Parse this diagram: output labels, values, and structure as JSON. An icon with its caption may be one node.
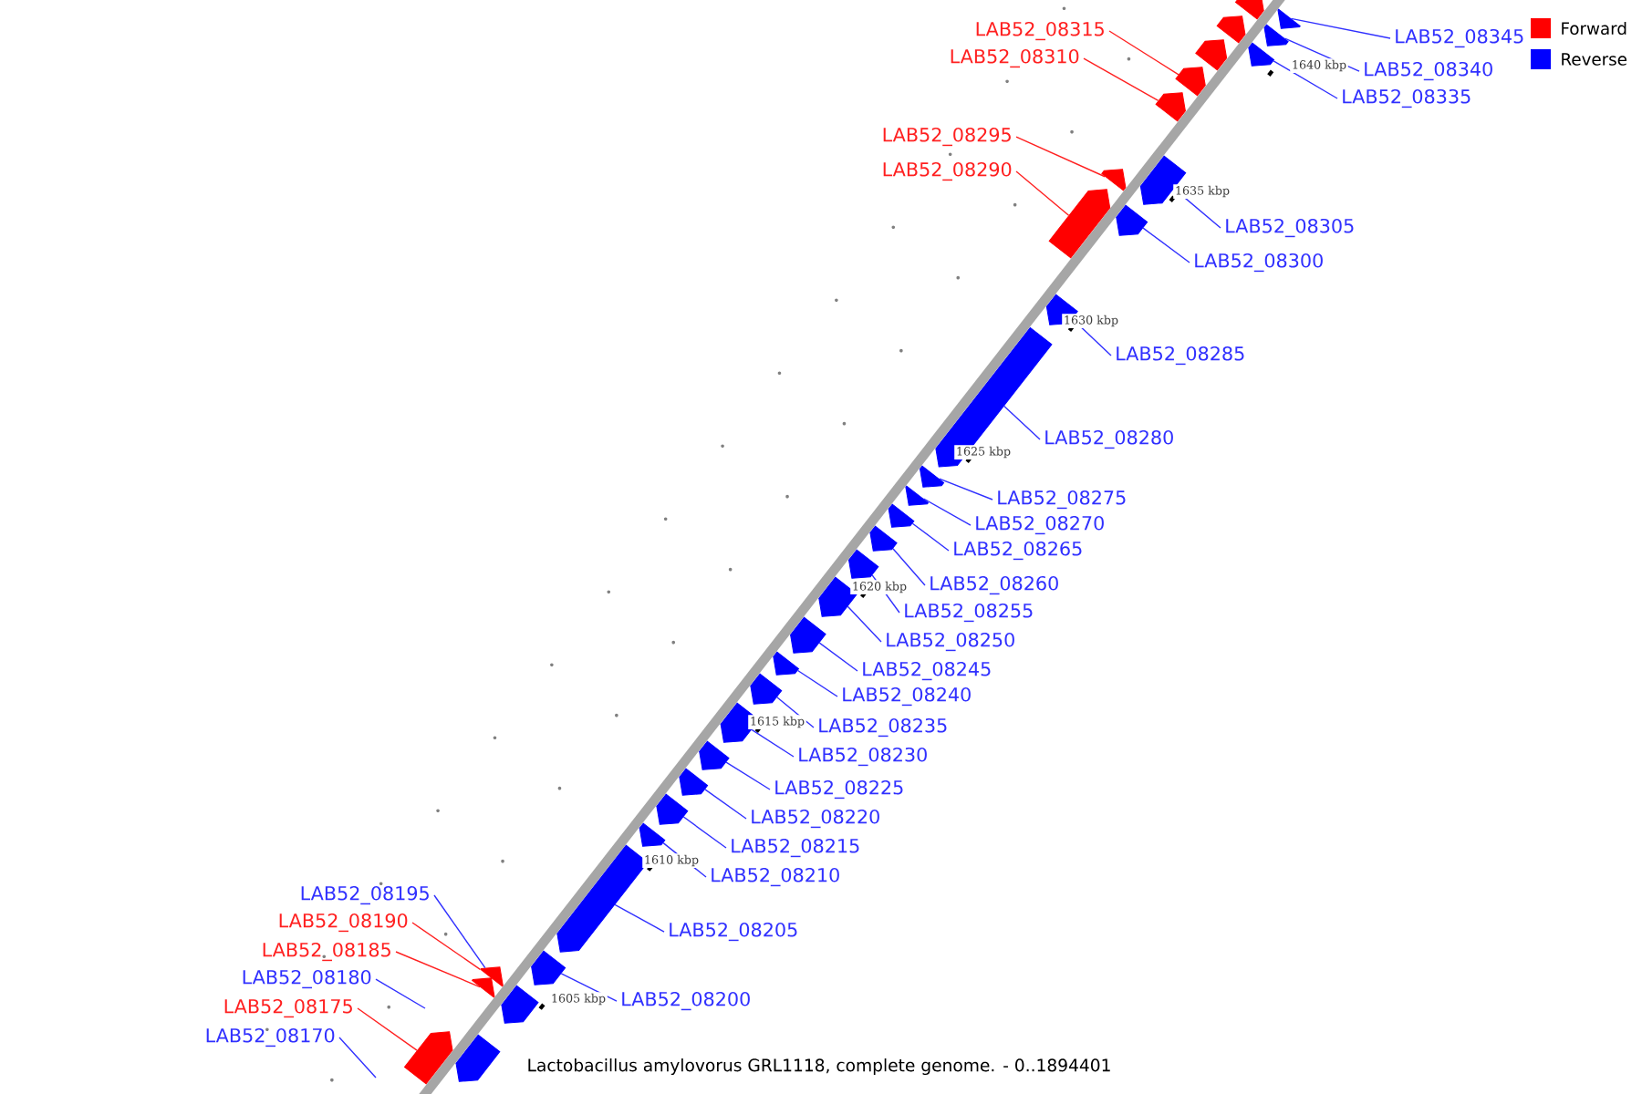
{
  "diagram": {
    "caption": "Lactobacillus amylovorus GRL1118, complete genome. - 0..1894401",
    "nodes": [
      {
        "text": [
          "LAB52_08315"
        ]
      },
      {
        "text": [
          "LAB52_08345"
        ]
      },
      {
        "text": [
          "LAB52_08310"
        ]
      },
      {
        "text": [
          "LAB52_08340"
        ]
      },
      {
        "text": [
          "LAB52_08335"
        ]
      },
      {
        "text": [
          "LAB52_08295"
        ]
      },
      {
        "text": [
          "LAB52_08290"
        ]
      },
      {
        "text": [
          "LAB52_08305"
        ]
      },
      {
        "text": [
          "LAB52_08300"
        ]
      },
      {
        "text": [
          "LAB52_08285"
        ]
      },
      {
        "text": [
          "LAB52_08280"
        ]
      },
      {
        "text": [
          "LAB52_08275"
        ]
      },
      {
        "text": [
          "LAB52_08270"
        ]
      },
      {
        "text": [
          "LAB52_08265"
        ]
      },
      {
        "text": [
          "LAB52_08260"
        ]
      },
      {
        "text": [
          "LAB52_08255"
        ]
      },
      {
        "text": [
          "LAB52_08250"
        ]
      },
      {
        "text": [
          "LAB52_08245"
        ]
      },
      {
        "text": [
          "LAB52_08240"
        ]
      },
      {
        "text": [
          "LAB52_08235"
        ]
      },
      {
        "text": [
          "LAB52_08230"
        ]
      },
      {
        "text": [
          "LAB52_08225"
        ]
      },
      {
        "text": [
          "LAB52_08220"
        ]
      },
      {
        "text": [
          "LAB52_08215"
        ]
      },
      {
        "text": [
          "LAB52_08210"
        ]
      },
      {
        "text": [
          "LAB52_08205"
        ]
      },
      {
        "text": [
          "LAB52_08195"
        ]
      },
      {
        "text": [
          "LAB52_08190"
        ]
      },
      {
        "text": [
          "LAB52_08185"
        ]
      },
      {
        "text": [
          "LAB52_08180"
        ]
      },
      {
        "text": [
          "LAB52_08200"
        ]
      },
      {
        "text": [
          "LAB52_08175"
        ]
      },
      {
        "text": [
          "LAB52_08170"
        ]
      },
      {
        "text": [],
        "shape": "box"
      },
      {
        "text": [],
        "shape": "box"
      },
      {
        "text": [],
        "shape": "box"
      },
      {
        "text": [],
        "shape": "box"
      },
      {
        "text": [],
        "shape": "box"
      },
      {
        "text": [],
        "shape": "box"
      },
      {
        "text": [],
        "shape": "box"
      },
      {
        "text": [],
        "shape": "box"
      },
      {
        "text": [],
        "shape": "box"
      },
      {
        "text": [],
        "shape": "box"
      },
      {
        "text": [],
        "shape": "box"
      },
      {
        "text": [],
        "shape": "box"
      },
      {
        "text": [],
        "shape": "box"
      },
      {
        "text": [],
        "shape": "box"
      },
      {
        "text": [],
        "shape": "box"
      },
      {
        "text": [],
        "shape": "box"
      },
      {
        "text": [],
        "shape": "box"
      },
      {
        "text": [],
        "shape": "box"
      },
      {
        "text": [],
        "shape": "box"
      },
      {
        "text": [],
        "shape": "box"
      },
      {
        "text": [],
        "shape": "box"
      },
      {
        "text": [],
        "shape": "box"
      },
      {
        "text": [],
        "shape": "box"
      },
      {
        "text": [],
        "shape": "box"
      },
      {
        "text": [],
        "shape": "box"
      },
      {
        "text": [],
        "shape": "box"
      },
      {
        "text": [],
        "shape": "box"
      },
      {
        "text": [],
        "shape": "box"
      },
      {
        "text": [],
        "shape": "box"
      },
      {
        "text": [],
        "shape": "box"
      },
      {
        "text": [],
        "shape": "box"
      },
      {
        "text": [],
        "shape": "box"
      },
      {
        "text": [],
        "shape": "box"
      },
      {
        "text": [],
        "shape": "box"
      },
      {
        "text": [],
        "shape": "box"
      }
    ],
    "edges": [
      {
        "from": 0,
        "to": 39,
        "arrow": "none",
        "color": "#ff2020"
      },
      {
        "from": 1,
        "to": 33,
        "arrow": "none"
      },
      {
        "from": 2,
        "to": 40,
        "arrow": "none",
        "color": "#ff2020"
      },
      {
        "from": 3,
        "to": 35,
        "arrow": "none"
      },
      {
        "from": 4,
        "to": 37,
        "arrow": "none"
      },
      {
        "from": 5,
        "to": 42,
        "arrow": "none",
        "color": "#ff2020"
      },
      {
        "from": 6,
        "to": 44,
        "arrow": "none",
        "color": "#ff2020"
      },
      {
        "from": 7,
        "to": 41,
        "arrow": "none"
      },
      {
        "from": 8,
        "to": 43,
        "arrow": "none"
      },
      {
        "from": 9,
        "to": 45,
        "arrow": "none"
      },
      {
        "from": 10,
        "to": 46,
        "arrow": "none"
      },
      {
        "from": 11,
        "to": 47,
        "arrow": "none"
      },
      {
        "from": 12,
        "to": 48,
        "arrow": "none"
      },
      {
        "from": 13,
        "to": 49,
        "arrow": "none"
      },
      {
        "from": 14,
        "to": 50,
        "arrow": "none"
      },
      {
        "from": 15,
        "to": 51,
        "arrow": "none"
      },
      {
        "from": 16,
        "to": 52,
        "arrow": "none"
      },
      {
        "from": 17,
        "to": 53,
        "arrow": "none"
      },
      {
        "from": 18,
        "to": 54,
        "arrow": "none"
      },
      {
        "from": 19,
        "to": 55,
        "arrow": "none"
      },
      {
        "from": 20,
        "to": 56,
        "arrow": "none"
      },
      {
        "from": 21,
        "to": 57,
        "arrow": "none"
      },
      {
        "from": 22,
        "to": 58,
        "arrow": "none"
      },
      {
        "from": 23,
        "to": 59,
        "arrow": "none"
      },
      {
        "from": 24,
        "to": 60,
        "arrow": "none"
      },
      {
        "from": 25,
        "to": 61,
        "arrow": "none"
      },
      {
        "from": 26,
        "to": 63,
        "arrow": "none"
      },
      {
        "from": 27,
        "to": 63,
        "arrow": "none",
        "color": "#ff2020"
      },
      {
        "from": 28,
        "to": 65,
        "arrow": "none",
        "color": "#ff2020"
      },
      {
        "from": 29,
        "to": null,
        "arrow": "none"
      },
      {
        "from": 30,
        "to": 62,
        "arrow": "none"
      },
      {
        "from": 31,
        "to": 67,
        "arrow": "none",
        "color": "#ff2020"
      },
      {
        "from": 32,
        "to": null,
        "arrow": "none"
      }
    ],
    "labels": [
      "1640 kbp",
      "1635 kbp",
      "1630 kbp",
      "1625 kbp",
      "1620 kbp",
      "1615 kbp",
      "1610 kbp",
      "1605 kbp"
    ],
    "legend": [
      {
        "text": "Forward",
        "color": "#ff0000"
      },
      {
        "text": "Reverse",
        "color": "#0000ff"
      }
    ]
  }
}
